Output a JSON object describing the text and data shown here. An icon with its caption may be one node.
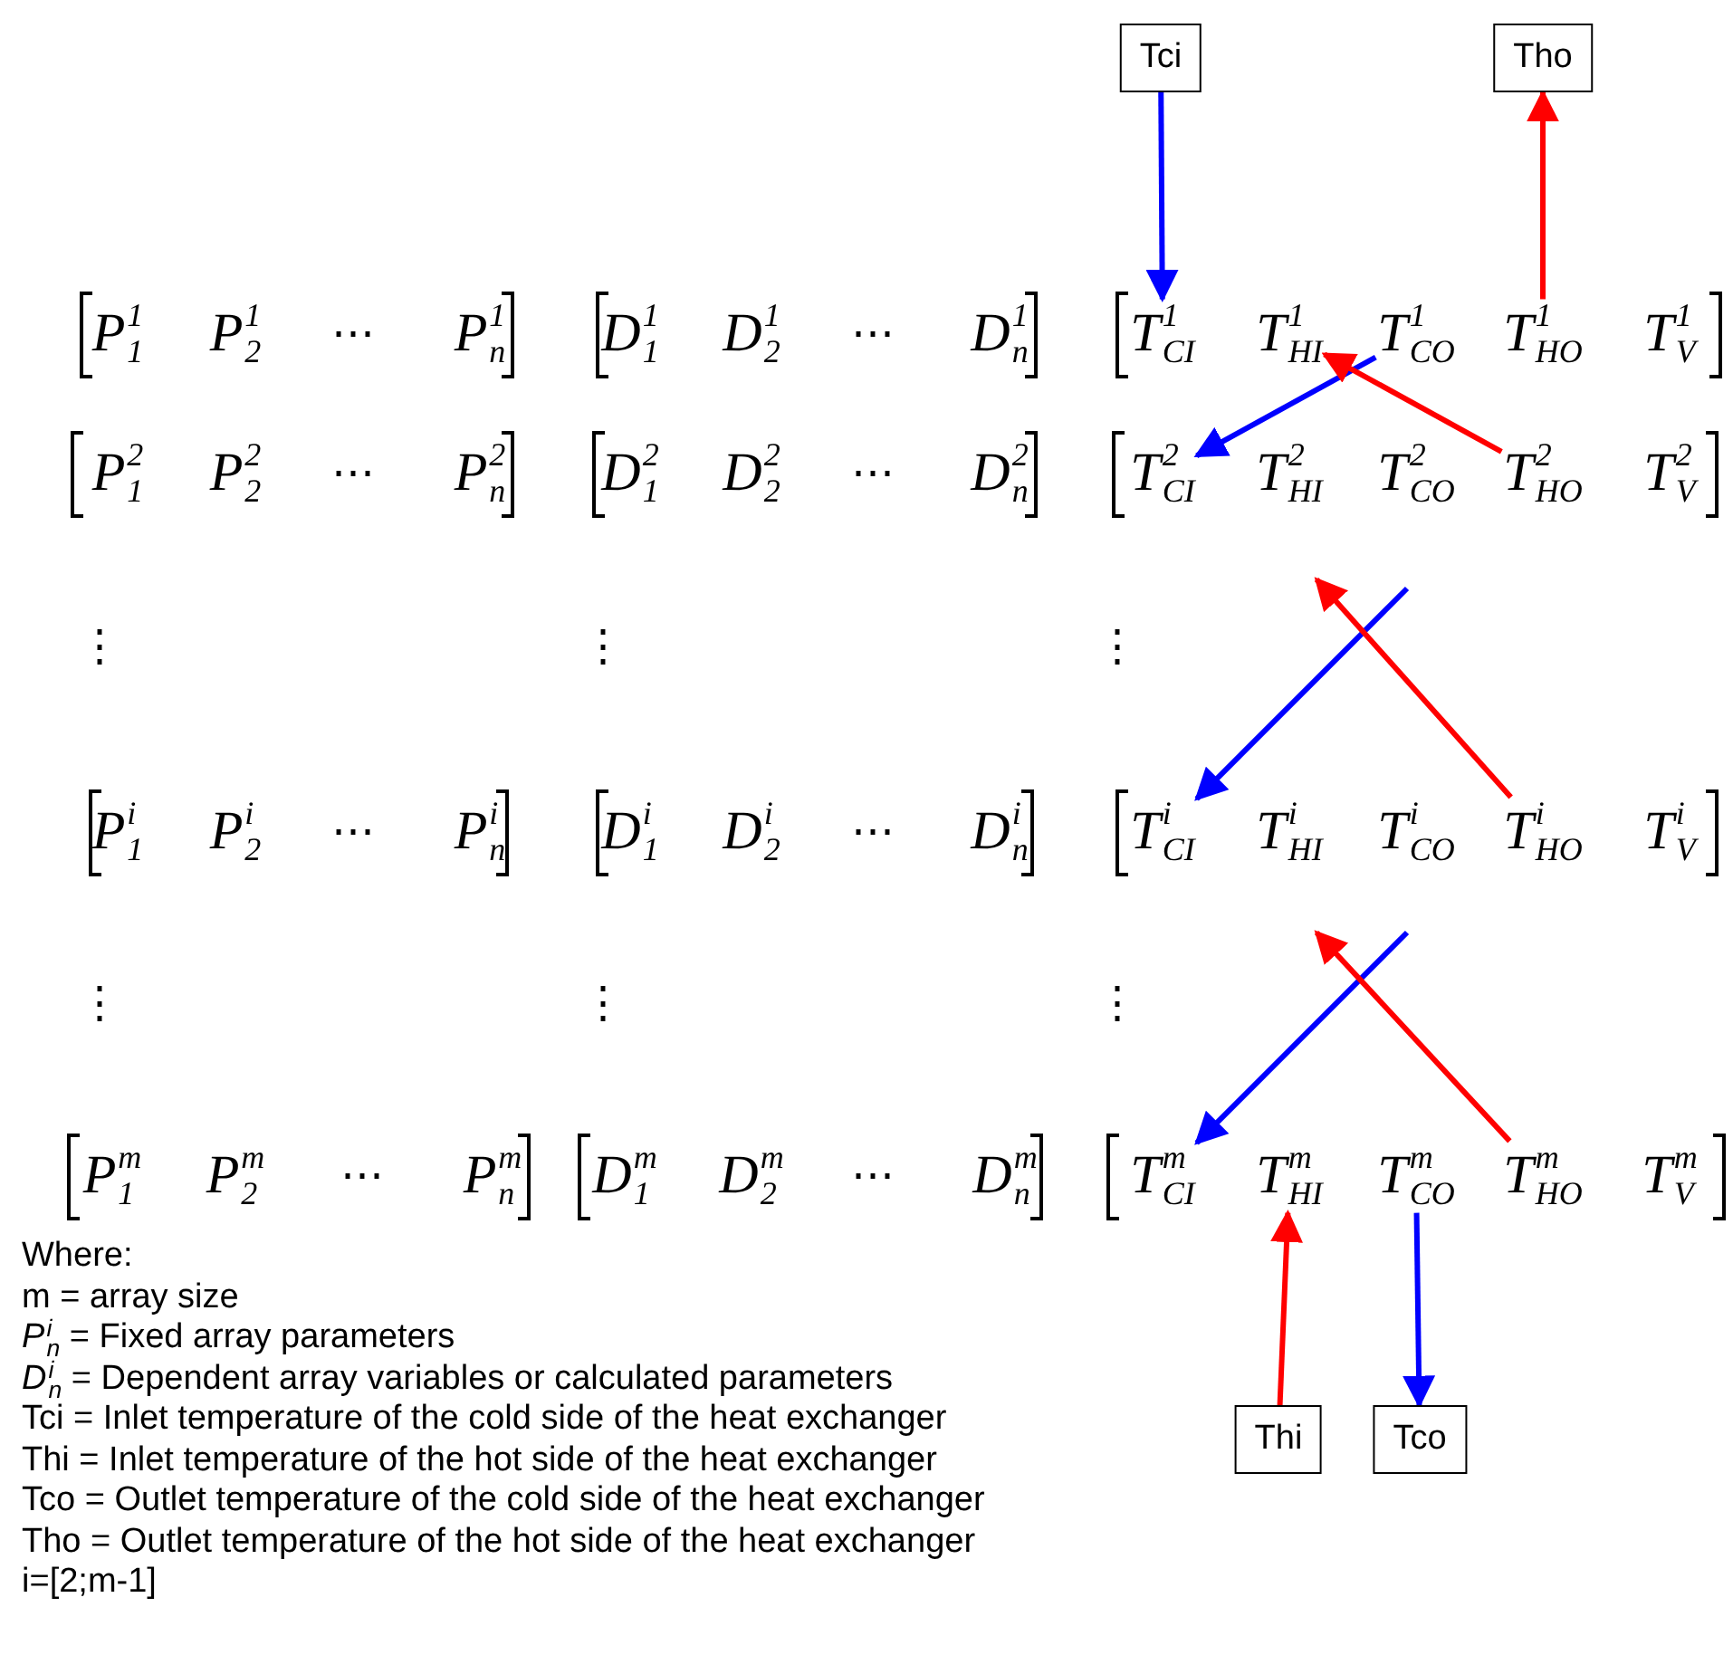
{
  "diagram": {
    "nodes": [
      {
        "text": [
          "Tci"
        ]
      },
      {
        "text": [
          "Tho"
        ]
      },
      {
        "text": [
          "T$^{1}$$_{CI}$"
        ]
      },
      {
        "text": [
          "T$^{1}$$_{HI}$"
        ]
      },
      {
        "text": [
          "T$^{1}$$_{CO}$"
        ]
      },
      {
        "text": [
          "T$^{1}$$_{HO}$"
        ]
      },
      {
        "text": [
          "T$^{2}$$_{CI}$"
        ]
      },
      {
        "text": [
          "T$^{2}$$_{HO}$"
        ]
      },
      {
        "text": [
          "T$^{i}$$_{CI}$"
        ]
      },
      {
        "text": [
          "T$^{i}$$_{HO}$"
        ]
      },
      {
        "text": [
          "T$^{m}$$_{CI}$"
        ]
      },
      {
        "text": [
          "T$^{m}$$_{HI}$"
        ]
      },
      {
        "text": [
          "T$^{m}$$_{CO}$"
        ]
      },
      {
        "text": [
          "T$^{m}$$_{HO}$"
        ]
      },
      {
        "text": [
          "Thi"
        ]
      },
      {
        "text": [
          "Tco"
        ]
      }
    ],
    "edges": [
      {
        "from": 0,
        "to": 2,
        "arrow": "to",
        "color": "#0000ff"
      },
      {
        "from": 5,
        "to": 1,
        "arrow": "to",
        "color": "#ff0000"
      },
      {
        "from": 4,
        "to": 6,
        "arrow": "to",
        "color": "#0000ff"
      },
      {
        "from": 7,
        "to": 3,
        "arrow": "to",
        "color": "#ff0000"
      },
      {
        "from": null,
        "to": 8,
        "arrow": "to",
        "color": "#0000ff"
      },
      {
        "from": 9,
        "to": null,
        "arrow": "to",
        "color": "#ff0000"
      },
      {
        "from": null,
        "to": 10,
        "arrow": "to",
        "color": "#0000ff"
      },
      {
        "from": 13,
        "to": null,
        "arrow": "to",
        "color": "#ff0000"
      },
      {
        "from": 14,
        "to": 11,
        "arrow": "to",
        "color": "#ff0000"
      },
      {
        "from": 12,
        "to": 15,
        "arrow": "to",
        "color": "#0000ff"
      }
    ],
    "labels": [
      "P$^{1}$$_{1}$",
      "P$^{1}$$_{2}$",
      "⋯",
      "P$^{1}$$_{n}$",
      "D$^{1}$$_{1}$",
      "D$^{1}$$_{2}$",
      "⋯",
      "D$^{1}$$_{n}$",
      "T$^{1}$$_{V}$",
      "P$^{2}$$_{1}$",
      "P$^{2}$$_{2}$",
      "⋯",
      "P$^{2}$$_{n}$",
      "D$^{2}$$_{1}$",
      "D$^{2}$$_{2}$",
      "⋯",
      "D$^{2}$$_{n}$",
      "T$^{2}$$_{HI}$",
      "T$^{2}$$_{CO}$",
      "T$^{2}$$_{V}$",
      "⋮",
      "⋮",
      "⋮",
      "P$^{i}$$_{1}$",
      "P$^{i}$$_{2}$",
      "⋯",
      "P$^{i}$$_{n}$",
      "D$^{i}$$_{1}$",
      "D$^{i}$$_{2}$",
      "⋯",
      "D$^{i}$$_{n}$",
      "T$^{i}$$_{HI}$",
      "T$^{i}$$_{CO}$",
      "T$^{i}$$_{V}$",
      "⋮",
      "⋮",
      "⋮",
      "P$^{m}$$_{1}$",
      "P$^{m}$$_{2}$",
      "⋯",
      "P$^{m}$$_{n}$",
      "D$^{m}$$_{1}$",
      "D$^{m}$$_{2}$",
      "⋯",
      "D$^{m}$$_{n}$",
      "T$^{m}$$_{V}$",
      "Where:",
      "m = array size",
      "*P*$^{i}$$_{n}$ = Fixed array parameters",
      "*D*$^{i}$$_{n}$ = Dependent array variables or calculated parameters",
      "Tci = Inlet temperature of the cold side of the heat exchanger",
      "Thi = Inlet temperature of the hot side of the heat exchanger",
      "Tco = Outlet temperature of the cold side of the heat exchanger",
      "Tho = Outlet temperature of the hot side of the heat exchanger",
      "i=[2;m-1]"
    ]
  }
}
